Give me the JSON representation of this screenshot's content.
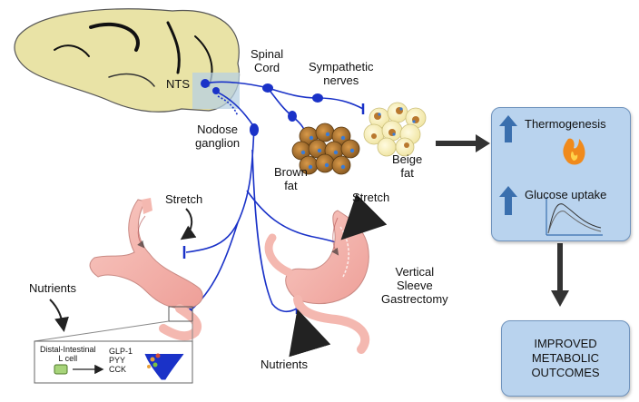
{
  "labels": {
    "nts": "NTS",
    "spinal_cord": "Spinal\nCord",
    "sympathetic_nerves": "Sympathetic\nnerves",
    "nodose_ganglion": "Nodose\nganglion",
    "brown_fat": "Brown\nfat",
    "beige_fat": "Beige\nfat",
    "stretch_left": "Stretch",
    "stretch_right": "Stretch",
    "nutrients_left": "Nutrients",
    "nutrients_right": "Nutrients",
    "vsg": "Vertical\nSleeve\nGastrectomy"
  },
  "inset": {
    "cell_label": "Distal-Intestinal\nL cell",
    "hormones": "GLP-1\nPYY\nCCK"
  },
  "effects_box": {
    "item1": "Thermogenesis",
    "item2": "Glucose uptake"
  },
  "outcome_box": {
    "text": "IMPROVED\nMETABOLIC\nOUTCOMES"
  },
  "colors": {
    "brain": "#e9e3a6",
    "nerve": "#1a32c8",
    "stomach": "#f4b8b0",
    "box_fill": "#b9d3ee",
    "arrow_up": "#3a6fae"
  }
}
